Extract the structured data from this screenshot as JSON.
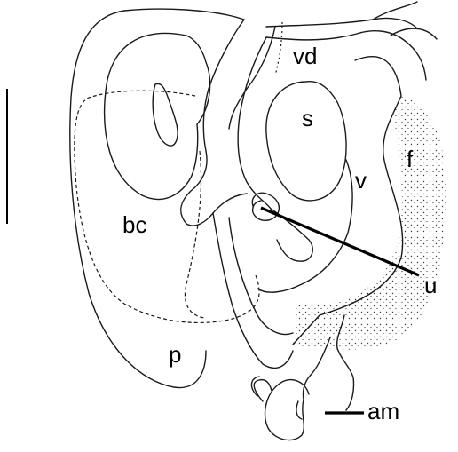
{
  "figure": {
    "colors": {
      "ink": "#1a1a1a",
      "stipple": "#3a3a3a",
      "background": "#ffffff"
    },
    "labels": {
      "vd": "vd",
      "s": "s",
      "f": "f",
      "v": "v",
      "bc": "bc",
      "u": "u",
      "p": "p",
      "am": "am"
    }
  }
}
